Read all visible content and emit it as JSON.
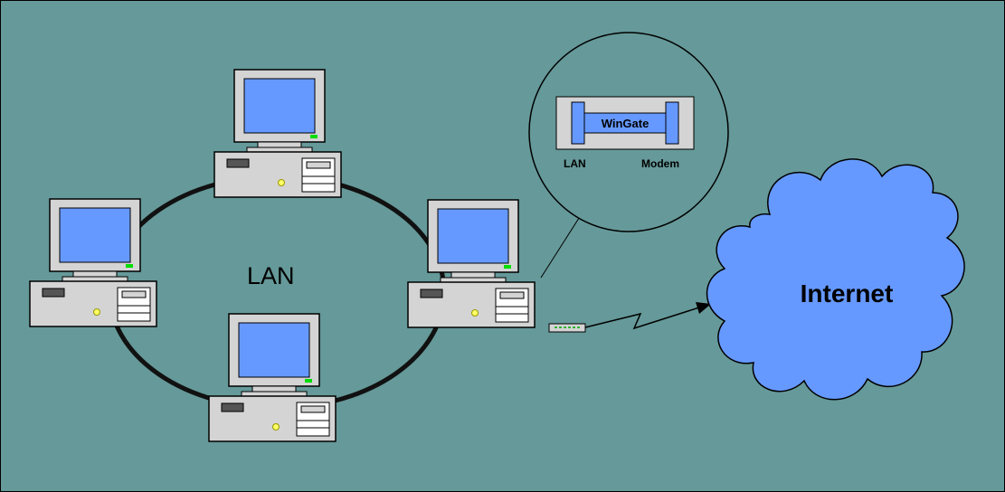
{
  "diagram": {
    "lan_label": "LAN",
    "internet_label": "Internet",
    "callout": {
      "app_label": "WinGate",
      "left_port_label": "LAN",
      "right_port_label": "Modem"
    },
    "colors": {
      "background": "#669999",
      "screen": "#6699ff",
      "cloud": "#6699ff",
      "monitor_casing": "#d4d4d4",
      "power_led": "#00dd00",
      "disk_led": "#ffff66",
      "cable": "#111111"
    },
    "icons": [
      "computer-icon",
      "monitor-icon",
      "modem-icon",
      "cloud-icon",
      "lightning-link-icon"
    ]
  }
}
